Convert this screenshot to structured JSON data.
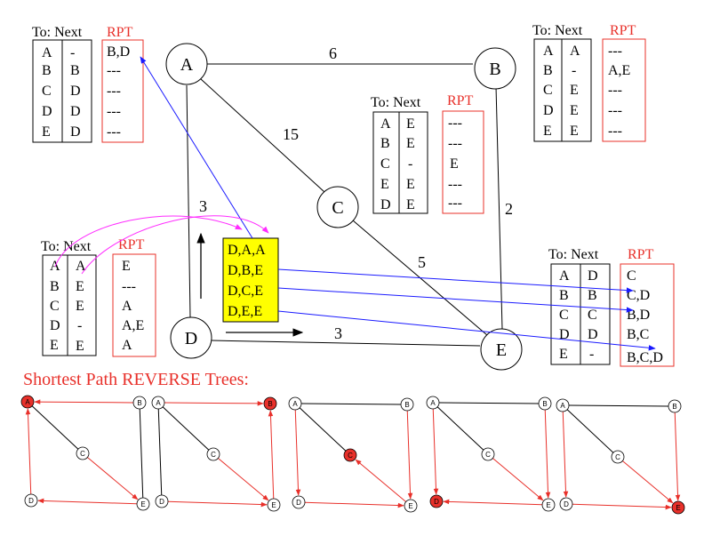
{
  "colors": {
    "red": "#e8302a",
    "blue": "#1a1aff",
    "magenta": "#ff2cff",
    "yellow": "#ffff00",
    "black": "#000000"
  },
  "main_graph": {
    "nodes": [
      "A",
      "B",
      "C",
      "D",
      "E"
    ],
    "edges": [
      {
        "from": "A",
        "to": "B",
        "weight": "6"
      },
      {
        "from": "A",
        "to": "C",
        "weight": "15"
      },
      {
        "from": "A",
        "to": "D",
        "weight": "3"
      },
      {
        "from": "B",
        "to": "E",
        "weight": "2"
      },
      {
        "from": "C",
        "to": "E",
        "weight": "5"
      },
      {
        "from": "D",
        "to": "E",
        "weight": "3"
      }
    ]
  },
  "tables": {
    "header_to_next": "To: Next",
    "header_rpt": "RPT",
    "A": {
      "to": [
        "A",
        "B",
        "C",
        "D",
        "E"
      ],
      "next": [
        "-",
        "B",
        "D",
        "D",
        "D"
      ],
      "rpt": [
        "B,D",
        "---",
        "---",
        "---",
        "---"
      ]
    },
    "B": {
      "to": [
        "A",
        "B",
        "C",
        "D",
        "E"
      ],
      "next": [
        "A",
        "-",
        "E",
        "E",
        "E"
      ],
      "rpt": [
        "---",
        "A,E",
        "---",
        "---",
        "---"
      ]
    },
    "C": {
      "to": [
        "A",
        "B",
        "C",
        "E",
        "D"
      ],
      "next": [
        "E",
        "E",
        "-",
        "E",
        "E"
      ],
      "rpt": [
        "---",
        "---",
        "E",
        "---",
        "---"
      ]
    },
    "D": {
      "to": [
        "A",
        "B",
        "C",
        "D",
        "E"
      ],
      "next": [
        "A",
        "E",
        "E",
        "-",
        "E"
      ],
      "rpt": [
        "E",
        "---",
        "A",
        "A,E",
        "A"
      ]
    },
    "E": {
      "to": [
        "A",
        "B",
        "C",
        "D",
        "E"
      ],
      "next": [
        "D",
        "B",
        "C",
        "D",
        "-"
      ],
      "rpt": [
        "C",
        "C,D",
        "B,D",
        "B,C",
        "B,C,D"
      ]
    }
  },
  "update_box": {
    "lines": [
      "D,A,A",
      "D,B,E",
      "D,C,E",
      "D,E,E"
    ]
  },
  "reverse_trees": {
    "title": "Shortest Path REVERSE Trees:",
    "trees": [
      {
        "root": "A"
      },
      {
        "root": "B"
      },
      {
        "root": "C"
      },
      {
        "root": "D"
      },
      {
        "root": "E"
      }
    ]
  }
}
